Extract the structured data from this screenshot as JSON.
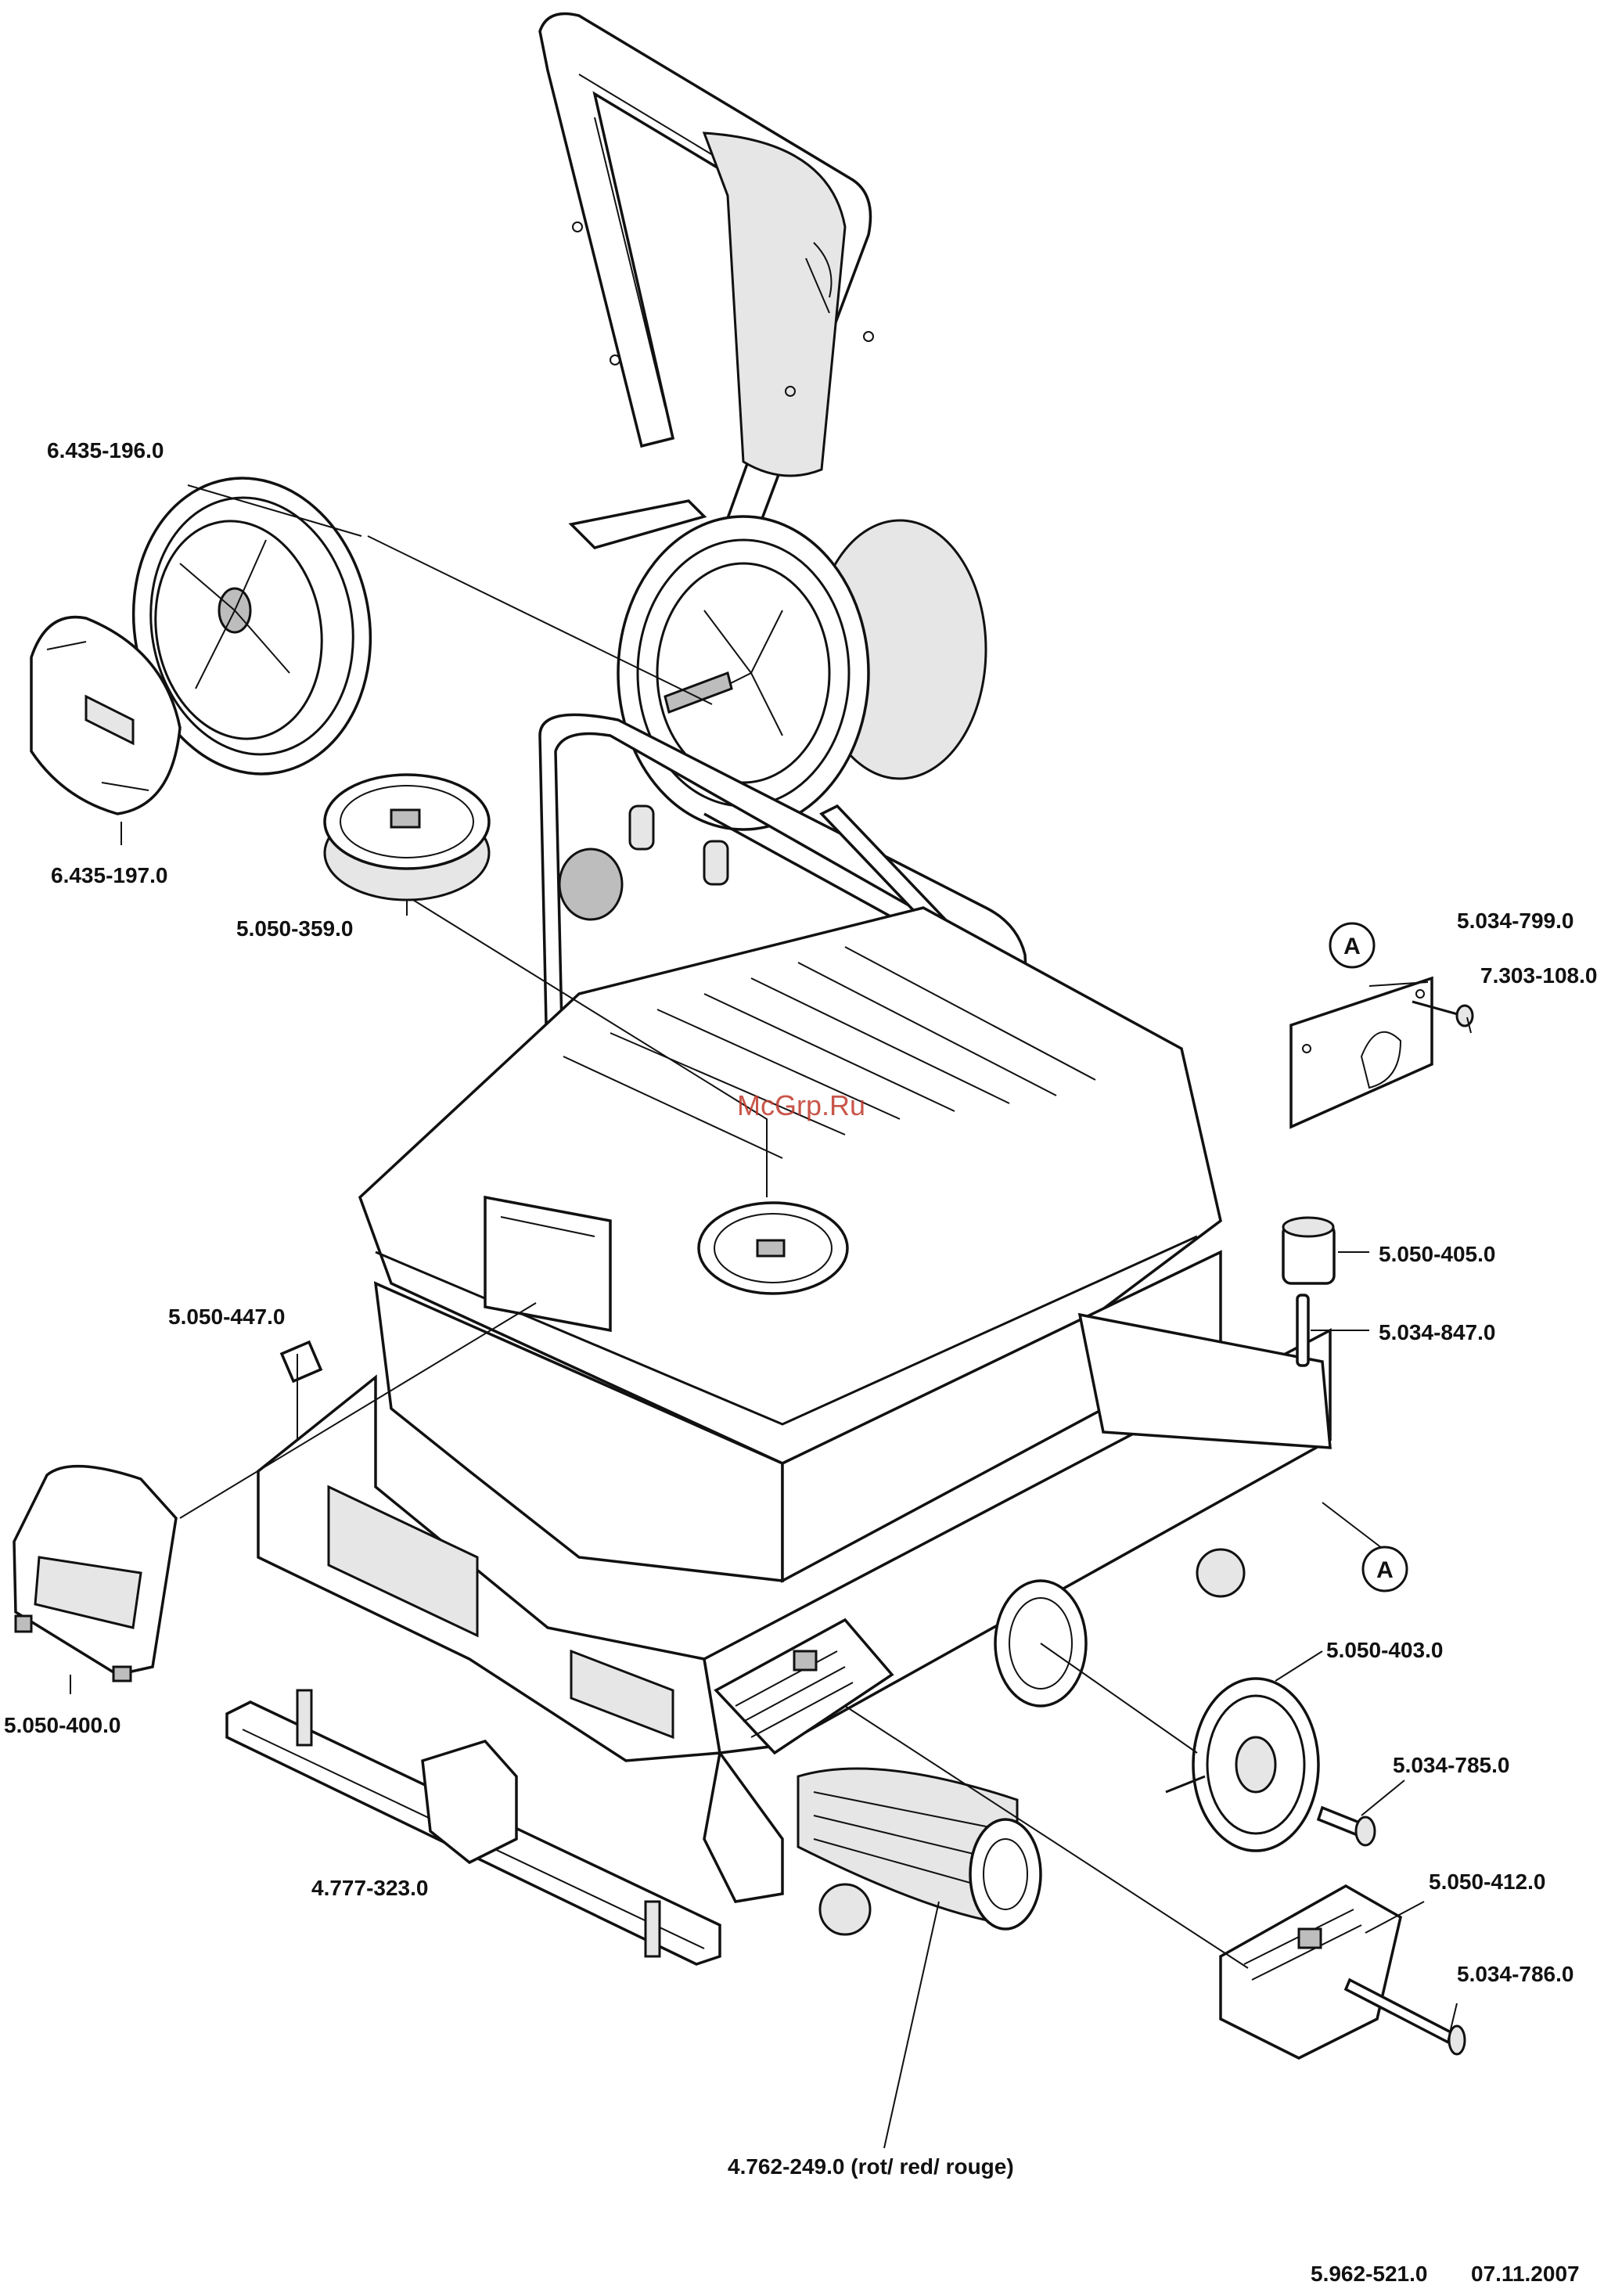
{
  "watermark": "McGrp.Ru",
  "callouts": {
    "a_top": "A",
    "a_bottom": "A"
  },
  "parts": {
    "p6_435_196": "6.435-196.0",
    "p6_435_197": "6.435-197.0",
    "p5_050_359": "5.050-359.0",
    "p5_034_799": "5.034-799.0",
    "p7_303_108": "7.303-108.0",
    "p5_050_405": "5.050-405.0",
    "p5_034_847": "5.034-847.0",
    "p5_050_447": "5.050-447.0",
    "p5_050_400": "5.050-400.0",
    "p5_050_403": "5.050-403.0",
    "p5_034_785": "5.034-785.0",
    "p4_777_323": "4.777-323.0",
    "p5_050_412": "5.050-412.0",
    "p5_034_786": "5.034-786.0",
    "p4_762_249": "4.762-249.0 (rot/ red/ rouge)"
  },
  "footer": {
    "doc_number": "5.962-521.0",
    "date": "07.11.2007"
  }
}
